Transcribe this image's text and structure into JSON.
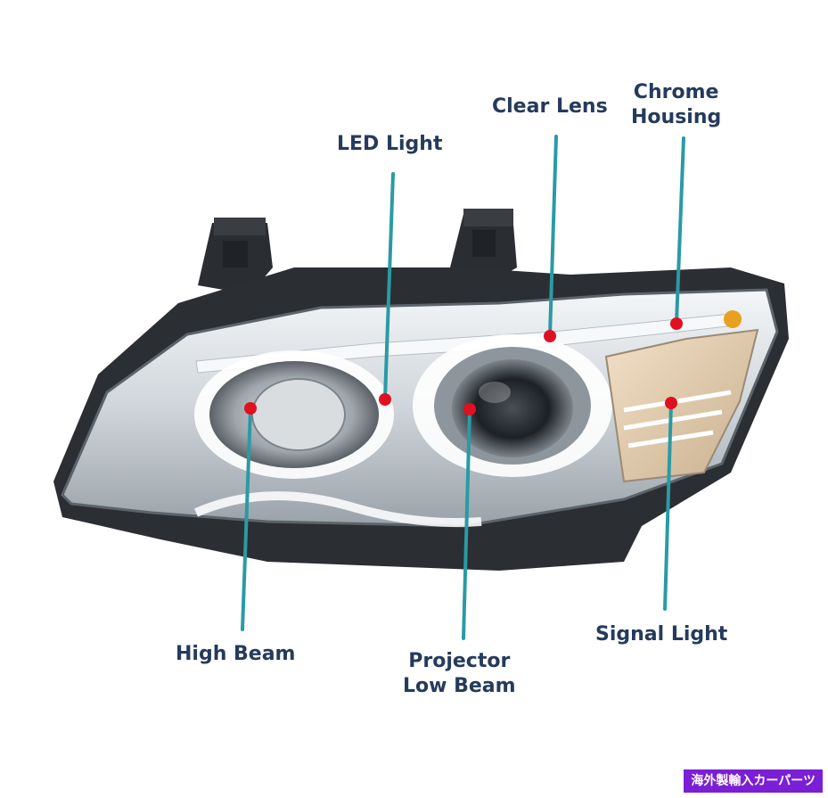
{
  "callouts": {
    "led_light": "LED Light",
    "clear_lens": "Clear Lens",
    "chrome_housing_line1": "Chrome",
    "chrome_housing_line2": "Housing",
    "high_beam": "High Beam",
    "projector_line1": "Projector",
    "projector_line2": "Low Beam",
    "signal_light": "Signal Light"
  },
  "watermark": "海外製輸入カーパーツ",
  "colors": {
    "label_text": "#253b5c",
    "leader_line": "#2a9aa6",
    "marker_dot": "#e01020",
    "badge_bg": "#7a1fd6"
  }
}
